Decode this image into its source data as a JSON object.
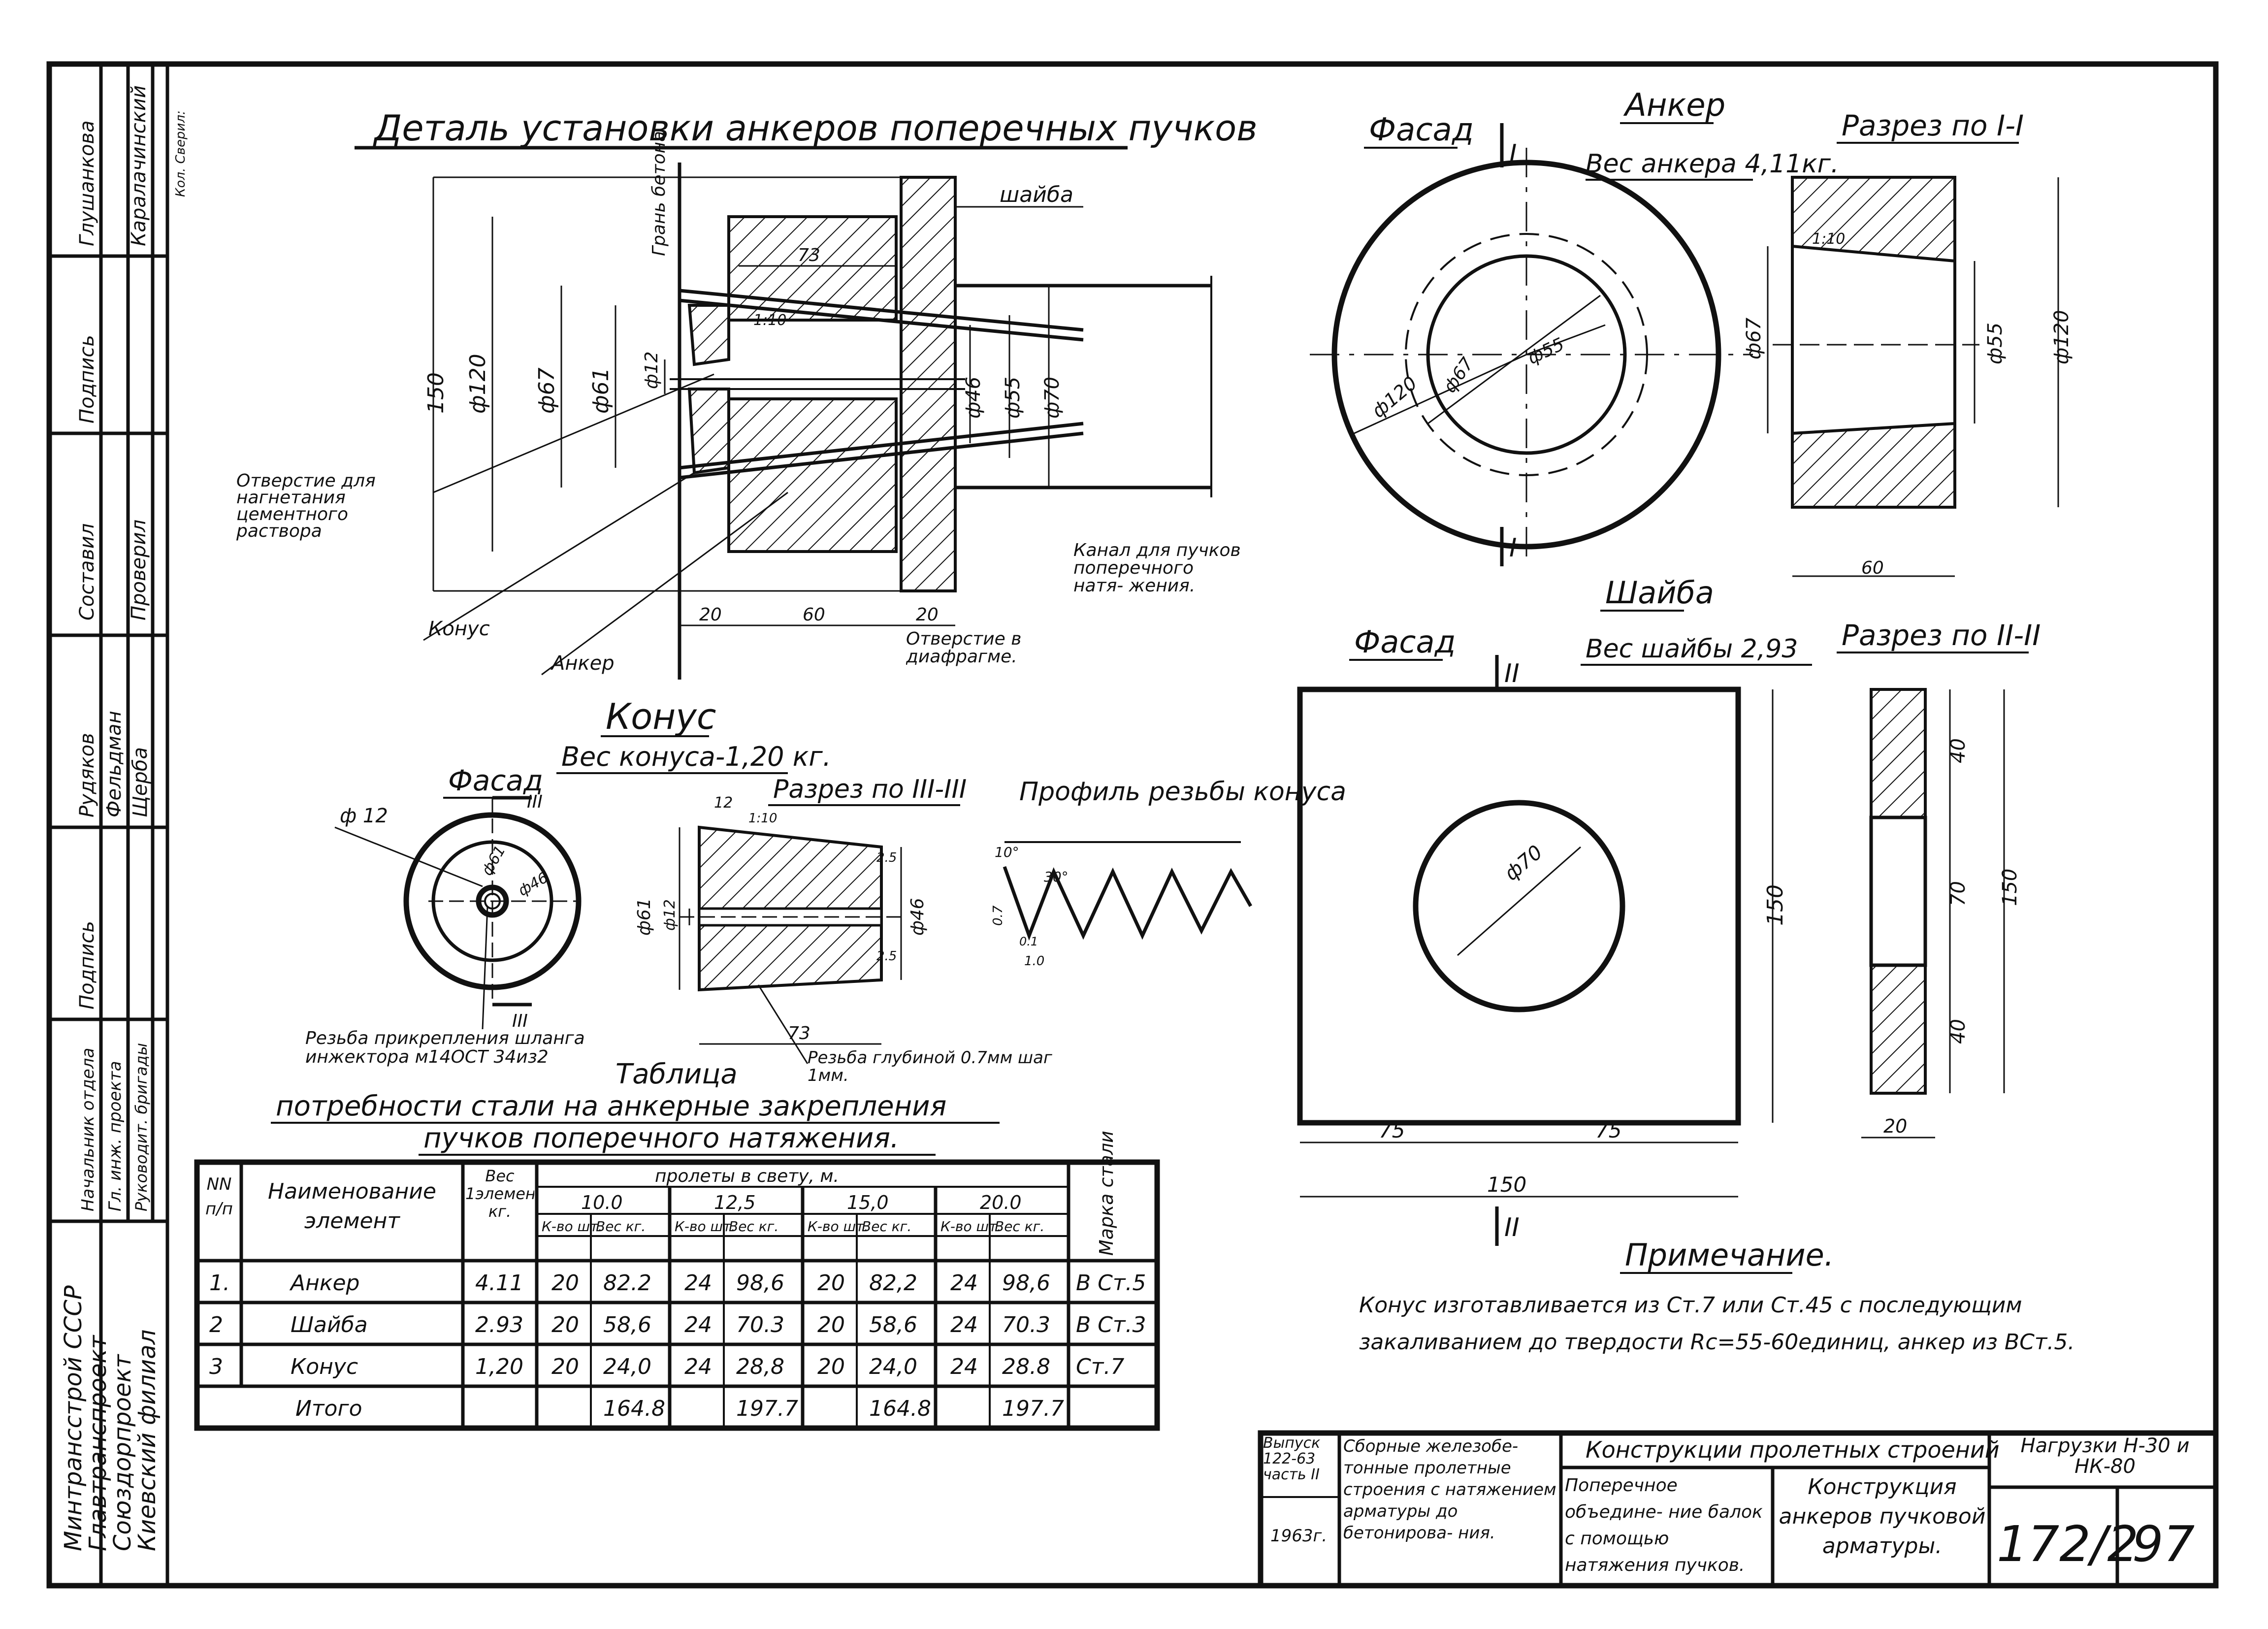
{
  "stamp": {
    "left_col": {
      "r1": "Глушанкова",
      "r1b": "Каралачинский",
      "r2": "Подпись",
      "r3": "Составил",
      "r3b": "Проверил",
      "r4": "Рудяков",
      "r4b": "Фельдман",
      "r4c": "Щерба",
      "r5": "Подпись",
      "r6a": "Начальник отдела",
      "r6b": "Гл. инж. проекта",
      "r6c": "Руководит. бригады",
      "org": [
        "Минтрансстрой СССР",
        "Главтранспроект",
        "Союздорпроект",
        "Киевский филиал"
      ]
    },
    "small_note": "Кол. Сверил:"
  },
  "detail": {
    "title": "Деталь установки анкеров поперечных пучков",
    "labels": {
      "shaiba": "шайба",
      "gran": "Грань бетона",
      "otverstie": "Отверстие для нагнетания цементного раствора",
      "konus": "Конус",
      "anker": "Анкер",
      "kanal": "Канал для пучков поперечного натя- жения.",
      "otverstie_diafragma": "Отверстие в диафрагме."
    },
    "dims": {
      "d150": "150",
      "d120": "ф120",
      "d67": "ф67",
      "d61": "ф61",
      "d12": "ф12",
      "d46": "ф46",
      "d55": "ф55",
      "d70": "ф70",
      "d73": "73",
      "d20a": "20",
      "d60": "60",
      "d20b": "20",
      "s110": "1:10"
    }
  },
  "anchor": {
    "facade": "Фасад",
    "title": "Анкер",
    "weight": "Вес анкера 4,11кг.",
    "section": "Разрез по I-I",
    "marks": {
      "top": "I",
      "bottom": "I"
    },
    "dims": {
      "d120": "ф120",
      "d67": "ф67",
      "d55": "ф55",
      "s110": "1:10",
      "sd67": "ф67",
      "sd55": "ф55",
      "sd120": "ф120",
      "s60": "60"
    }
  },
  "washer": {
    "facade": "Фасад",
    "title": "Шайба",
    "weight": "Вес шайбы 2,93",
    "section": "Разрез по II-II",
    "marks": {
      "top": "II",
      "bottom": "II"
    },
    "dims": {
      "d70": "ф70",
      "d150v": "150",
      "d75a": "75",
      "d75b": "75",
      "d150h": "150",
      "s40a": "40",
      "s70": "70",
      "s150": "150",
      "s40b": "40",
      "s20": "20"
    }
  },
  "cone": {
    "title": "Конус",
    "weight": "Вес конуса-1,20 кг.",
    "facade": "Фасад",
    "section": "Разрез по III-III",
    "profile": "Профиль резьбы конуса",
    "marks": {
      "top": "III",
      "bottom": "III"
    },
    "dims": {
      "d12": "ф 12",
      "d61": "ф61",
      "d46": "ф46",
      "sd61": "ф61",
      "sd12": "ф12",
      "sd46": "ф46",
      "s12": "12",
      "s110": "1:10",
      "s73": "73",
      "s25a": "2.5",
      "s25b": "2.5",
      "ang10": "10°",
      "ang30": "30°",
      "p07": "0.7",
      "p01": "0.1",
      "p10": "1.0"
    },
    "note1": "Резьба прикрепления шланга инжектора м14ОСТ 34из2",
    "note2": "Резьба глубиной 0.7мм шаг 1мм."
  },
  "table": {
    "title1": "Таблица",
    "title2": "потребности стали на анкерные закрепления",
    "title3": "пучков поперечного натяжения.",
    "head": {
      "nn": "NN п/п",
      "name": "Наименование элемент",
      "ves": "Вес 1элемен кг.",
      "prolety": "пролеты в свету, м.",
      "marka": "Марка стали",
      "spans": [
        "10.0",
        "12,5",
        "15,0",
        "20.0"
      ],
      "kol": "К-во шт.",
      "vesc": "Вес кг."
    },
    "rows": [
      {
        "n": "1.",
        "name": "Анкер",
        "w": "4.11",
        "v": [
          "20",
          "82.2",
          "24",
          "98,6",
          "20",
          "82,2",
          "24",
          "98,6"
        ],
        "m": "В Ст.5"
      },
      {
        "n": "2",
        "name": "Шайба",
        "w": "2.93",
        "v": [
          "20",
          "58,6",
          "24",
          "70.3",
          "20",
          "58,6",
          "24",
          "70.3"
        ],
        "m": "В Ст.3"
      },
      {
        "n": "3",
        "name": "Конус",
        "w": "1,20",
        "v": [
          "20",
          "24,0",
          "24",
          "28,8",
          "20",
          "24,0",
          "24",
          "28.8"
        ],
        "m": "Ст.7"
      }
    ],
    "total": {
      "name": "Итого",
      "v": [
        "164.8",
        "197.7",
        "164.8",
        "197.7"
      ]
    }
  },
  "note": {
    "title": "Примечание.",
    "line1": "Конус изготавливается из Ст.7 или Ст.45 с последующим",
    "line2": "закаливанием до твердости Rc=55-60единиц, анкер из ВСт.5."
  },
  "titleblock": {
    "vypusk": "Выпуск 122-63 часть II",
    "year": "1963г.",
    "desc": "Сборные железобе- тонные пролетные строения с натяжением арматуры до бетонирова- ния.",
    "header": "Конструкции пролетных строений",
    "load": "Нагрузки Н-30 и НК-80",
    "sub1": "Поперечное объедине- ние балок с помощью натяжения пучков.",
    "sub2": "Конструкция анкеров пучковой арматуры.",
    "sheet": "172/2",
    "page": "97"
  }
}
